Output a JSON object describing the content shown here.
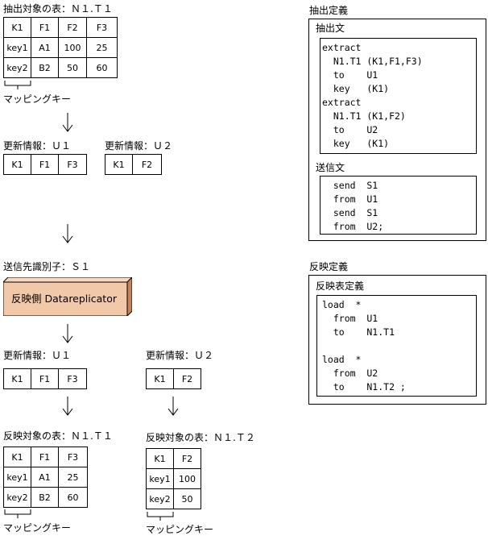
{
  "left": {
    "source_table": {
      "title": "抽出対象の表：Ｎ１.Ｔ１",
      "rows": [
        [
          "K1",
          "F1",
          "F2",
          "F3"
        ],
        [
          "key1",
          "A1",
          "100",
          "25"
        ],
        [
          "key2",
          "B2",
          "50",
          "60"
        ]
      ]
    },
    "mapping_key_1": "マッピングキー",
    "update_u1": {
      "title": "更新情報：Ｕ１",
      "cells": [
        "K1",
        "F1",
        "F3"
      ]
    },
    "update_u2": {
      "title": "更新情報：Ｕ２",
      "cells": [
        "K1",
        "F2"
      ]
    },
    "sender_id": "送信先識別子：Ｓ１",
    "replicator_label": "反映側 Datareplicator",
    "update_u1_b": {
      "title": "更新情報：Ｕ１",
      "cells": [
        "K1",
        "F1",
        "F3"
      ]
    },
    "update_u2_b": {
      "title": "更新情報：Ｕ２",
      "cells": [
        "K1",
        "F2"
      ]
    },
    "target_t1": {
      "title": "反映対象の表：Ｎ１.Ｔ１",
      "rows": [
        [
          "K1",
          "F1",
          "F3"
        ],
        [
          "key1",
          "A1",
          "25"
        ],
        [
          "key2",
          "B2",
          "60"
        ]
      ]
    },
    "target_t2": {
      "title": "反映対象の表：Ｎ１.Ｔ２",
      "rows": [
        [
          "K1",
          "F2"
        ],
        [
          "key1",
          "100"
        ],
        [
          "key2",
          "50"
        ]
      ]
    },
    "mapping_key_2": "マッピングキー",
    "mapping_key_3": "マッピングキー"
  },
  "right": {
    "extract_def_title": "抽出定義",
    "extract_stmt_title": "抽出文",
    "extract_code": "extract\n  N1.T1 (K1,F1,F3)\n  to    U1\n  key   (K1)\nextract\n  N1.T1 (K1,F2)\n  to    U2\n  key   (K1)",
    "send_stmt_title": "送信文",
    "send_code": "  send  S1\n  from  U1\n  send  S1\n  from  U2;",
    "reflect_def_title": "反映定義",
    "reflect_table_title": "反映表定義",
    "reflect_code": "load  *\n  from  U1\n  to    N1.T1\n\nload  *\n  from  U2\n  to    N1.T2 ;"
  }
}
